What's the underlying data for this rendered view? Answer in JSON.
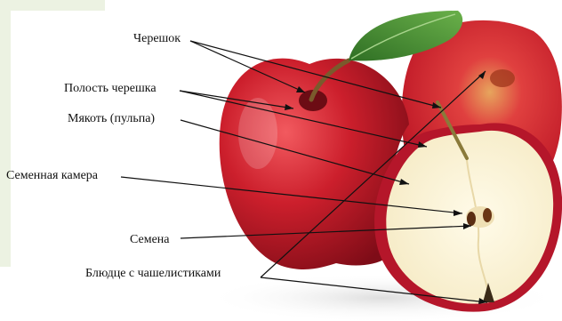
{
  "labels": {
    "stalk": "Черешок",
    "stalk_cavity": "Полость черешка",
    "flesh": "Мякоть (пульпа)",
    "seed_chamber": "Семенная камера",
    "seeds": "Семена",
    "calyx": "Блюдце с чашелистиками"
  },
  "colors": {
    "background_panel": "#ecf2e2",
    "apple_red": "#c81d2a",
    "apple_dark": "#8f0f1a",
    "flesh": "#fbf3da",
    "leaf": "#3f8a2f",
    "line": "#111111"
  }
}
